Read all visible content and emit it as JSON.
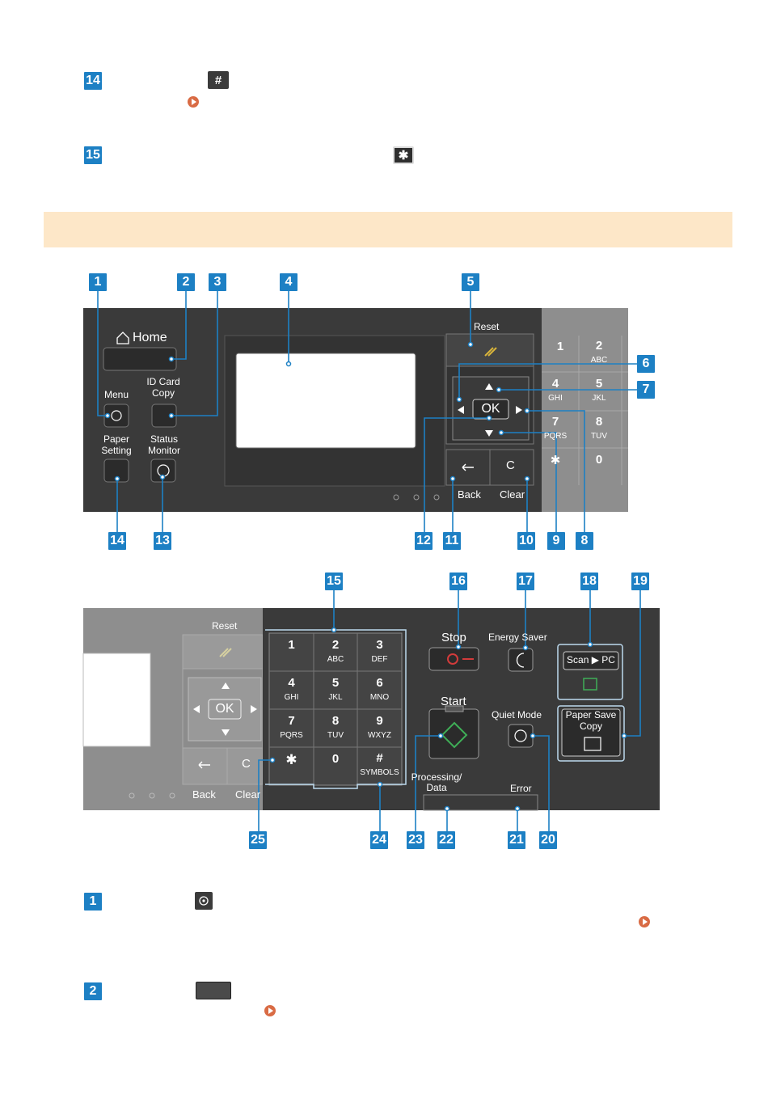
{
  "top": {
    "item14": {
      "badge": "14",
      "icon": "#"
    },
    "item15": {
      "badge": "15",
      "icon": "✱"
    }
  },
  "panel1": {
    "badges": {
      "b1": "1",
      "b2": "2",
      "b3": "3",
      "b4": "4",
      "b5": "5",
      "b6": "6",
      "b7": "7",
      "b8": "8",
      "b9": "9",
      "b10": "10",
      "b11": "11",
      "b12": "12",
      "b13": "13",
      "b14": "14"
    },
    "home": "Home",
    "id_card": [
      "ID Card",
      "Copy"
    ],
    "menu": "Menu",
    "paper_setting": [
      "Paper",
      "Setting"
    ],
    "status_monitor": [
      "Status",
      "Monitor"
    ],
    "reset": "Reset",
    "ok": "OK",
    "back": "Back",
    "clear": "Clear",
    "clear_key": "C",
    "keys": [
      {
        "n": "1",
        "s": ""
      },
      {
        "n": "2",
        "s": "ABC"
      },
      {
        "n": "4",
        "s": "GHI"
      },
      {
        "n": "5",
        "s": "JKL"
      },
      {
        "n": "7",
        "s": "PQRS"
      },
      {
        "n": "8",
        "s": "TUV"
      },
      {
        "n": "✱",
        "s": ""
      },
      {
        "n": "0",
        "s": ""
      }
    ]
  },
  "panel2": {
    "badges": {
      "b15": "15",
      "b16": "16",
      "b17": "17",
      "b18": "18",
      "b19": "19",
      "b20": "20",
      "b21": "21",
      "b22": "22",
      "b23": "23",
      "b24": "24",
      "b25": "25"
    },
    "reset": "Reset",
    "ok": "OK",
    "back": "Back",
    "clear": "Clear",
    "clear_key": "C",
    "keys": [
      {
        "n": "1",
        "s": ""
      },
      {
        "n": "2",
        "s": "ABC"
      },
      {
        "n": "3",
        "s": "DEF"
      },
      {
        "n": "4",
        "s": "GHI"
      },
      {
        "n": "5",
        "s": "JKL"
      },
      {
        "n": "6",
        "s": "MNO"
      },
      {
        "n": "7",
        "s": "PQRS"
      },
      {
        "n": "8",
        "s": "TUV"
      },
      {
        "n": "9",
        "s": "WXYZ"
      },
      {
        "n": "✱",
        "s": ""
      },
      {
        "n": "0",
        "s": ""
      },
      {
        "n": "#",
        "s": "SYMBOLS"
      }
    ],
    "stop": "Stop",
    "energy_saver": "Energy Saver",
    "scan_pc": "Scan ▶ PC",
    "start": "Start",
    "quiet_mode": "Quiet Mode",
    "paper_save": [
      "Paper Save",
      "Copy"
    ],
    "processing": [
      "Processing/",
      "Data"
    ],
    "error": "Error"
  },
  "bottom": {
    "item1": {
      "badge": "1"
    },
    "item2": {
      "badge": "2"
    }
  },
  "colors": {
    "badge": "#1d80c4",
    "banner": "#fde7c8",
    "ref_arrow": "#d96b44",
    "panel": "#3a3a3a"
  }
}
